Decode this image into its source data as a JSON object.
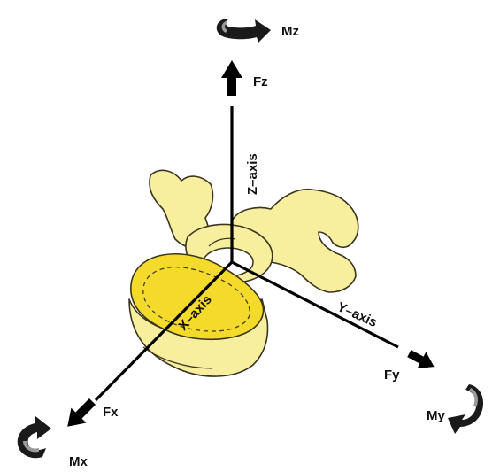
{
  "labels": {
    "mz": "Mz",
    "fz": "Fz",
    "z_axis": "Z–axis",
    "x_axis": "X–axis",
    "y_axis": "Y–axis",
    "fy": "Fy",
    "my": "My",
    "fx": "Fx",
    "mx": "Mx"
  },
  "colors": {
    "bone": "#f7ef9e",
    "vertebral_body_top": "#f4da2a",
    "axes": "#000000",
    "moment_arrow": "#1a1a1a"
  },
  "icons": {
    "force": "straight-arrow",
    "moment": "curved-rotation-arrow"
  }
}
